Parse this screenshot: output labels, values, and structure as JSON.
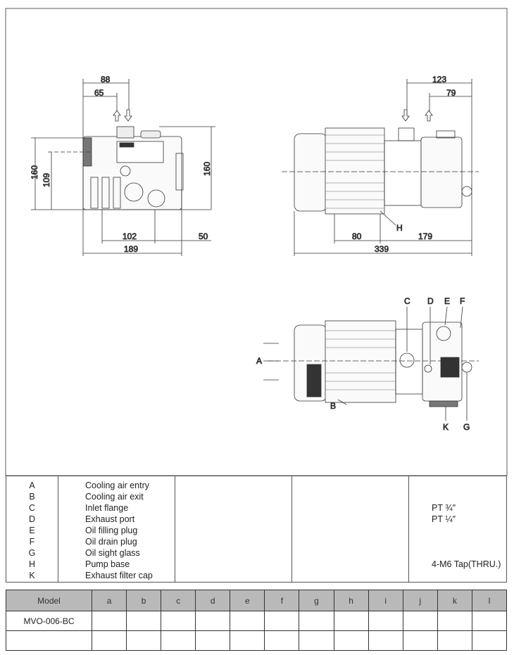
{
  "front_view": {
    "dims": [
      "88",
      "65",
      "160",
      "109",
      "160",
      "102",
      "50",
      "189"
    ]
  },
  "side_view": {
    "dims": [
      "123",
      "79",
      "80",
      "179",
      "339"
    ],
    "callout": "H"
  },
  "bottom_view": {
    "callouts": [
      "A",
      "B",
      "C",
      "D",
      "E",
      "F",
      "G",
      "K"
    ]
  },
  "legend": {
    "items": [
      {
        "key": "A",
        "name": "Cooling air entry",
        "spec": ""
      },
      {
        "key": "B",
        "name": "Cooling air exit",
        "spec": ""
      },
      {
        "key": "C",
        "name": "Inlet flange",
        "spec": "PT ¾″"
      },
      {
        "key": "D",
        "name": "Exhaust port",
        "spec": "PT ¼″"
      },
      {
        "key": "E",
        "name": "Oil filling plug",
        "spec": ""
      },
      {
        "key": "F",
        "name": "Oil drain plug",
        "spec": ""
      },
      {
        "key": "G",
        "name": "Oil sight glass",
        "spec": ""
      },
      {
        "key": "H",
        "name": "Pump base",
        "spec": "4-M6 Tap(THRU.)"
      },
      {
        "key": "K",
        "name": "Exhaust filter cap",
        "spec": ""
      }
    ]
  },
  "dimension_table": {
    "headers": [
      "Model",
      "a",
      "b",
      "c",
      "d",
      "e",
      "f",
      "g",
      "h",
      "i",
      "j",
      "k",
      "l"
    ],
    "rows": [
      [
        "MVO-006-BC",
        "",
        "",
        "",
        "",
        "",
        "",
        "",
        "",
        "",
        "",
        "",
        ""
      ],
      [
        "",
        "",
        "",
        "",
        "",
        "",
        "",
        "",
        "",
        "",
        "",
        "",
        ""
      ]
    ]
  }
}
